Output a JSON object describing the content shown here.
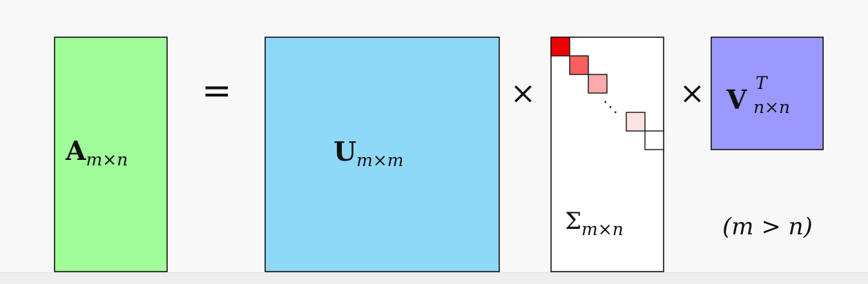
{
  "diagram": {
    "colors": {
      "matrix_a": "#a0fd99",
      "matrix_u": "#8ed8f8",
      "matrix_sigma": "#ffffff",
      "matrix_vt": "#9b99fe",
      "diag_1": "#f00000",
      "diag_2": "#f85f5f",
      "diag_3": "#fcaaaa",
      "diag_4": "#fde2e2",
      "diag_5": "#ffffff",
      "stroke": "#111111"
    },
    "equals_symbol": "=",
    "times_symbol_1": "×",
    "times_symbol_2": "×",
    "matrix_a": {
      "letter": "A",
      "subscript": "m×n"
    },
    "matrix_u": {
      "letter": "U",
      "subscript": "m×m"
    },
    "matrix_sigma": {
      "letter": "Σ",
      "subscript": "m×n",
      "dots": "⋱"
    },
    "matrix_vt": {
      "letter": "V",
      "superscript": "T",
      "subscript": "n×n"
    },
    "condition": "(m > n)"
  }
}
